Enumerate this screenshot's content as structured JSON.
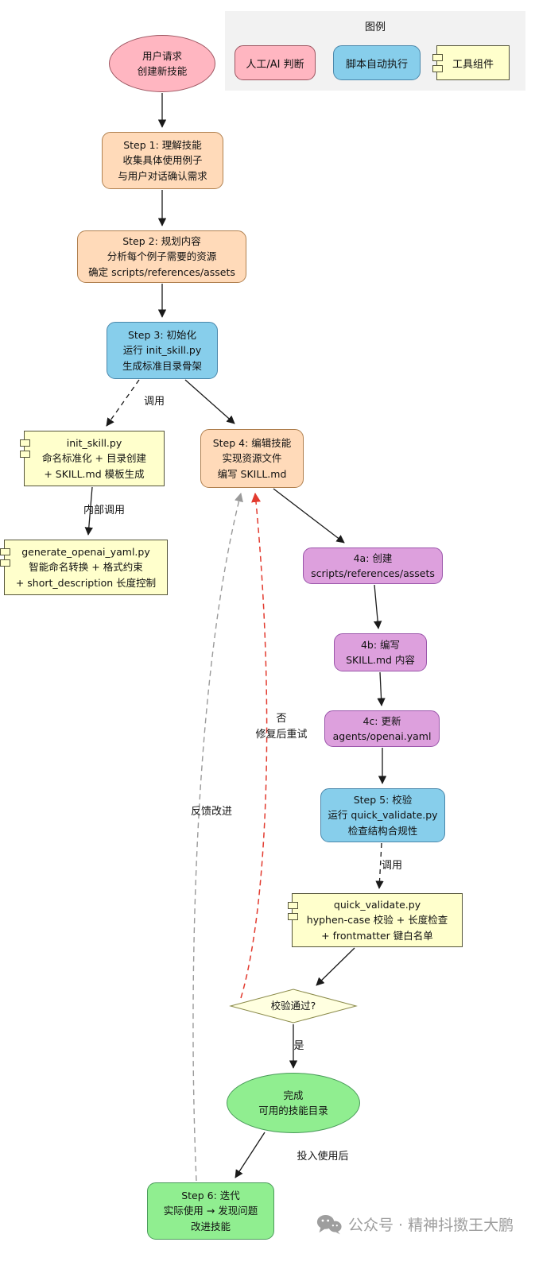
{
  "legend": {
    "title": "图例",
    "items": [
      {
        "label": "人工/AI 判断"
      },
      {
        "label": "脚本自动执行"
      },
      {
        "label": "工具组件"
      }
    ]
  },
  "nodes": {
    "start": {
      "text": "用户请求\n创建新技能"
    },
    "step1": {
      "text": "Step 1: 理解技能\n收集具体使用例子\n与用户对话确认需求"
    },
    "step2": {
      "text": "Step 2: 规划内容\n分析每个例子需要的资源\n确定 scripts/references/assets"
    },
    "step3": {
      "text": "Step 3: 初始化\n运行 init_skill.py\n生成标准目录骨架"
    },
    "init_skill": {
      "text": "init_skill.py\n命名标准化 + 目录创建\n+ SKILL.md 模板生成"
    },
    "step4": {
      "text": "Step 4: 编辑技能\n实现资源文件\n编写 SKILL.md"
    },
    "generate_yaml": {
      "text": "generate_openai_yaml.py\n智能命名转换 + 格式约束\n+ short_description 长度控制"
    },
    "step4a": {
      "text": "4a: 创建\nscripts/references/assets"
    },
    "step4b": {
      "text": "4b: 编写\nSKILL.md 内容"
    },
    "step4c": {
      "text": "4c: 更新\nagents/openai.yaml"
    },
    "step5": {
      "text": "Step 5: 校验\n运行 quick_validate.py\n检查结构合规性"
    },
    "quick_validate": {
      "text": "quick_validate.py\nhyphen-case 校验 + 长度检查\n+ frontmatter 键白名单"
    },
    "decision": {
      "text": "校验通过?"
    },
    "done": {
      "text": "完成\n可用的技能目录"
    },
    "step6": {
      "text": "Step 6: 迭代\n实际使用 → 发现问题\n改进技能"
    }
  },
  "edge_labels": {
    "call1": "调用",
    "internal_call": "内部调用",
    "call2": "调用",
    "no_retry": "否\n修复后重试",
    "feedback": "反馈改进",
    "yes": "是",
    "deploy": "投入使用后"
  },
  "watermark": {
    "text": "公众号 · 精神抖擞王大鹏"
  },
  "colors": {
    "human_ai_node": "#FFB6C1",
    "process_node": "#FFDAB9",
    "script_node": "#87CEEB",
    "substep_node": "#DDA0DD",
    "tool_node": "#FFFFCC",
    "decision_node": "#FFFFE0",
    "done_node": "#90EE90",
    "edge_default": "#1a1a1a",
    "edge_retry": "#e23a2e",
    "edge_feedback": "#9a9a9a",
    "legend_bg": "#f2f2f2",
    "watermark_gray": "#9e9e9e"
  }
}
